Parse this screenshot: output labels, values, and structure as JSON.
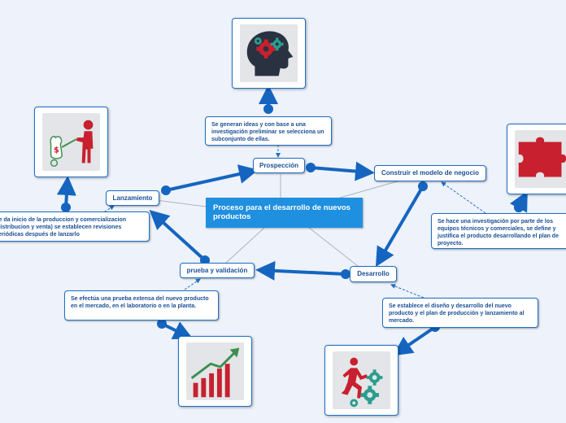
{
  "central_topic": "Proceso para el desarrollo de nuevos productos",
  "nodes": {
    "prospeccion": "Prospección",
    "construir": "Construir el modelo de negocio",
    "desarrollo": "Desarrollo",
    "prueba": "prueba y validación",
    "lanzamiento": "Lanzamiento"
  },
  "notes": {
    "prospeccion": "Se generan ideas y con base a una investigación preliminar se selecciona un subconjunto de ellas.",
    "construir": "Se hace una investigación por parte de los equipos técnicos y comerciales, se define y justifica el producto desarrollando el plan de proyecto.",
    "desarrollo": "Se establece el diseño y desarrollo del nuevo producto y el plan de producción y lanzamiento al mercado.",
    "prueba": "Se efectúa una prueba extensa del nuevo producto en el mercado, en el laboratorio o en la planta.",
    "lanzamiento": "Se da inicio de la produccion y comercializacion (distribucion y venta) se establecen revisiones periódicas después de lanzarlo"
  },
  "icons": {
    "prospeccion": "head-gears-icon",
    "construir": "puzzle-piece-icon",
    "desarrollo": "running-person-gears-icon",
    "prueba": "growth-bar-chart-icon",
    "lanzamiento": "person-pushing-money-cart-icon"
  },
  "colors": {
    "primary_blue": "#1f6fc5",
    "central_fill": "#1f8fe0",
    "gear_teal": "#2a9d8f",
    "accent_red": "#c8202e",
    "background": "#eef2fb"
  }
}
